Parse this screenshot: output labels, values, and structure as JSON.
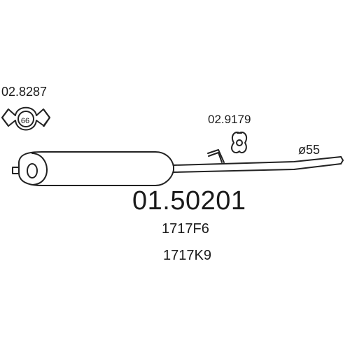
{
  "parts": {
    "clamp": {
      "number": "02.8287",
      "size": "66",
      "icon": "exhaust-clamp-icon"
    },
    "hanger": {
      "number": "02.9179",
      "icon": "rubber-hanger-icon"
    },
    "main_part": {
      "number": "01.50201",
      "icon": "silencer-pipe-icon"
    },
    "pipe_diameter": "ø55",
    "references": [
      "1717F6",
      "1717K9"
    ]
  }
}
